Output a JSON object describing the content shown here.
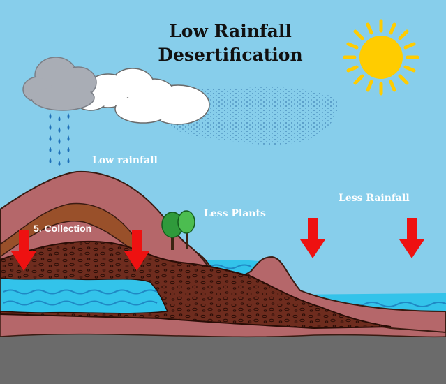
{
  "title_line1": "Low Rainfall",
  "title_line2": "Desertification",
  "labels": {
    "low_rainfall": "Low rainfall",
    "less_plants": "Less Plants",
    "less_rainfall": "Less Rainfall",
    "collection": "5. Collection"
  },
  "colors": {
    "sky": "#87ceeb",
    "sun": "#ffcc00",
    "soil_pink": "#b5676a",
    "soil_dark": "#6e2c1e",
    "soil_brown": "#99502a",
    "water": "#33c3ea",
    "bedrock": "#6b6b6b",
    "arrow": "#ee1111",
    "cloud_grey": "#a9adb5"
  }
}
